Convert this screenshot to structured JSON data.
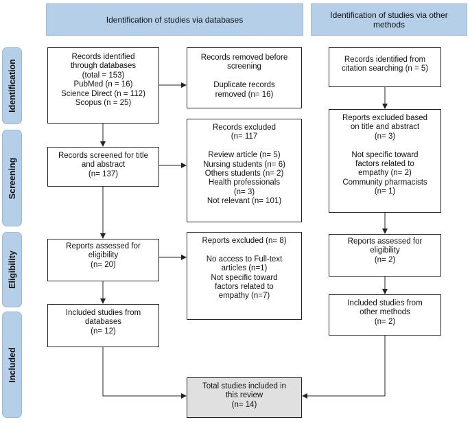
{
  "headers": {
    "databases": "Identification of studies via databases",
    "other": "Identification of studies via other\nmethods"
  },
  "stages": {
    "identification": "Identification",
    "screening": "Screening",
    "eligibility": "Eligibility",
    "included": "Included"
  },
  "boxes": {
    "records_identified": "Records identified\nthrough databases\n(total = 153)\nPubMed (n = 16)\nScience Direct (n = 112)\nScopus (n = 25)",
    "records_removed": "Records removed before\nscreening\n\nDuplicate records\nremoved (n= 16)",
    "records_citation": "Records identified from\ncitation searching (n = 5)",
    "records_screened": "Records screened for title\nand abstract\n(n= 137)",
    "records_excluded": "Records excluded\n(n= 117\n\nReview article (n= 5)\nNursing students (n= 6)\nOthers students (n= 2)\nHealth professionals\n(n= 3)\nNot relevant (n= 101)",
    "reports_excluded_title": "Reports excluded based\non title and abstract\n(n= 3)\n\nNot specific toward\nfactors related to\nempathy (n= 2)\nCommunity pharmacists\n(n= 1)",
    "reports_assessed_db": "Reports assessed for\neligibility\n(n= 20)",
    "reports_excluded_db": "Reports excluded (n= 8)\n\nNo access to Full-text\narticles (n=1)\nNot specific toward\nfactors related to\nempathy (n=7)",
    "reports_assessed_other": "Reports assessed for\neligibility\n(n= 2)",
    "included_db": "Included studies from\ndatabases\n(n= 12)",
    "included_other": "Included studies from\nother methods\n(n= 2)",
    "total_included": "Total studies included in\nthis review\n(n= 14)"
  },
  "colors": {
    "header_fill": "#b4cfe7",
    "total_fill": "#e0e0e0",
    "line": "#222222"
  }
}
